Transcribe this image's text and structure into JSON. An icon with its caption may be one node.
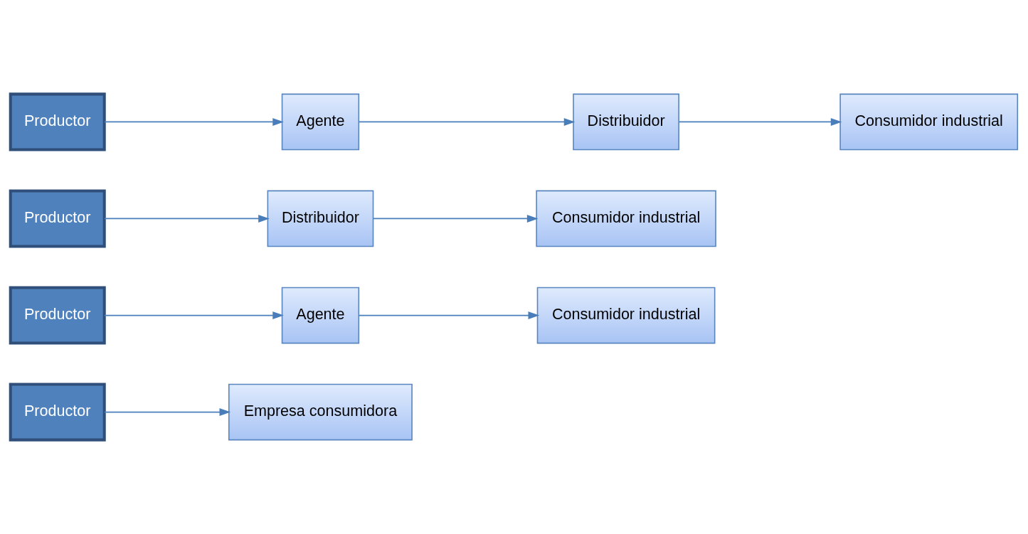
{
  "diagram": {
    "nodes": [
      {
        "text": [
          "Productor"
        ]
      },
      {
        "text": [
          "Empresa consumidora"
        ]
      },
      {
        "text": [
          "Productor"
        ]
      },
      {
        "text": [
          "Agente"
        ]
      },
      {
        "text": [
          "Consumidor industrial"
        ]
      },
      {
        "text": [
          "Productor"
        ]
      },
      {
        "text": [
          "Distribuidor"
        ]
      },
      {
        "text": [
          "Consumidor industrial"
        ]
      },
      {
        "text": [
          "Productor"
        ]
      },
      {
        "text": [
          "Agente"
        ]
      },
      {
        "text": [
          "Distribuidor"
        ]
      },
      {
        "text": [
          "Consumidor industrial"
        ]
      }
    ],
    "edges": [
      {
        "from": 0,
        "to": 1,
        "arrow": "to"
      },
      {
        "from": 2,
        "to": 3,
        "arrow": "to"
      },
      {
        "from": 3,
        "to": 4,
        "arrow": "to"
      },
      {
        "from": 5,
        "to": 6,
        "arrow": "to"
      },
      {
        "from": 6,
        "to": 7,
        "arrow": "to"
      },
      {
        "from": 8,
        "to": 9,
        "arrow": "to"
      },
      {
        "from": 9,
        "to": 10,
        "arrow": "to"
      },
      {
        "from": 10,
        "to": 11,
        "arrow": "to"
      }
    ]
  }
}
